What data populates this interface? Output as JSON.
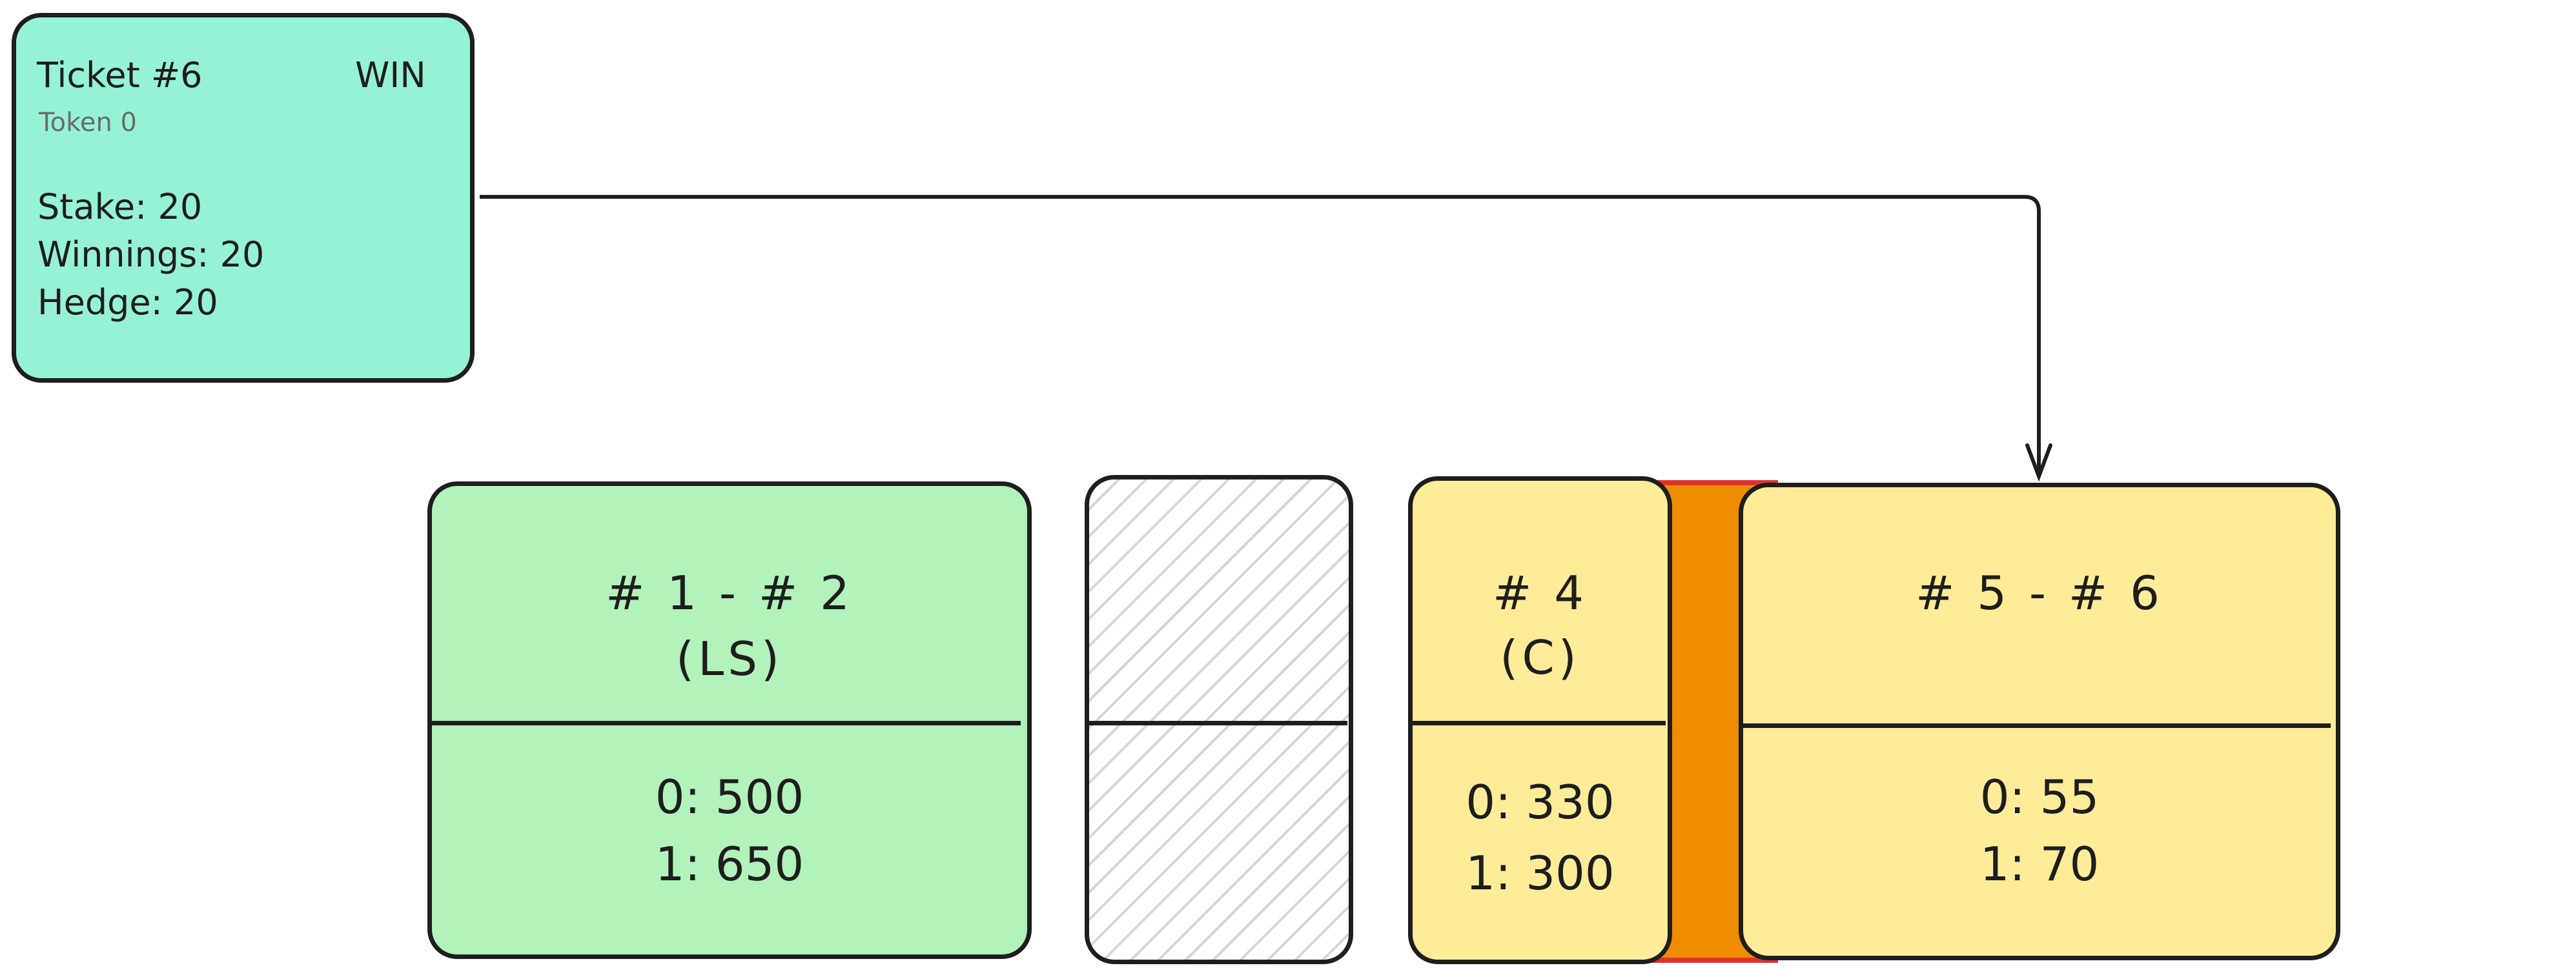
{
  "ticket": {
    "title": "Ticket #6",
    "status": "WIN",
    "token": "Token 0",
    "stake": "Stake: 20",
    "winnings": "Winnings: 20",
    "hedge": "Hedge: 20",
    "color": "#96f2d7"
  },
  "blocks": [
    {
      "title": "# 1 - # 2",
      "subtitle": "(LS)",
      "line0": "0: 500",
      "line1": "1: 650",
      "color": "#b2f2bb"
    },
    {
      "title": "",
      "subtitle": "",
      "line0": "",
      "line1": "",
      "color": "hatched"
    },
    {
      "title": "# 4",
      "subtitle": "(C)",
      "line0": "0: 330",
      "line1": "1: 300",
      "color": "#ffec99"
    },
    {
      "title": "# 5 - # 6",
      "subtitle": "",
      "line0": "0: 55",
      "line1": "1: 70",
      "color": "#ffec99"
    }
  ],
  "connector_color": "#f08c00",
  "connector_border": "#e03131"
}
